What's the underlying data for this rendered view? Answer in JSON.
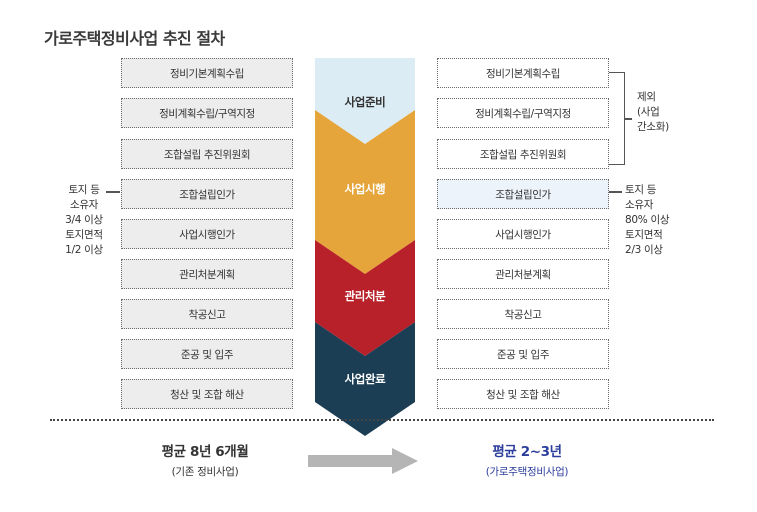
{
  "title": "가로주택정비사업 추진 절차",
  "stages": [
    {
      "label": "사업준비",
      "color": "#dcecf4",
      "text_color": "#333333"
    },
    {
      "label": "사업시행",
      "color": "#e5a53a",
      "text_color": "#ffffff"
    },
    {
      "label": "관리처분",
      "color": "#b8202a",
      "text_color": "#ffffff"
    },
    {
      "label": "사업완료",
      "color": "#1b3e55",
      "text_color": "#ffffff"
    }
  ],
  "left_steps": [
    "정비기본계획수립",
    "정비계획수립/구역지정",
    "조합설립 추진위원회",
    "조합설립인가",
    "사업시행인가",
    "관리처분계획",
    "착공신고",
    "준공 및 입주",
    "청산 및 조합 해산"
  ],
  "right_steps": [
    "정비기본계획수립",
    "정비계획수립/구역지정",
    "조합설립 추진위원회",
    "조합설립인가",
    "사업시행인가",
    "관리처분계획",
    "착공신고",
    "준공 및 입주",
    "청산 및 조합 해산"
  ],
  "left_note": [
    "토지 등",
    "소유자",
    "3/4 이상",
    "토지면적",
    "1/2 이상"
  ],
  "right_note": [
    "토지 등",
    "소유자",
    "80% 이상",
    "토지면적",
    "2/3 이상"
  ],
  "except_note": [
    "제외",
    "(사업",
    "간소화)"
  ],
  "footer_left": {
    "main": "평균 8년 6개월",
    "sub": "(기존 정비사업)"
  },
  "footer_right": {
    "main": "평균 2~3년",
    "sub": "(가로주택정비사업)"
  },
  "colors": {
    "arrow": "#b5b5b5",
    "footer_right": "#2c3e9c",
    "box_gray": "#ededed",
    "box_blue": "#edf3fb"
  }
}
